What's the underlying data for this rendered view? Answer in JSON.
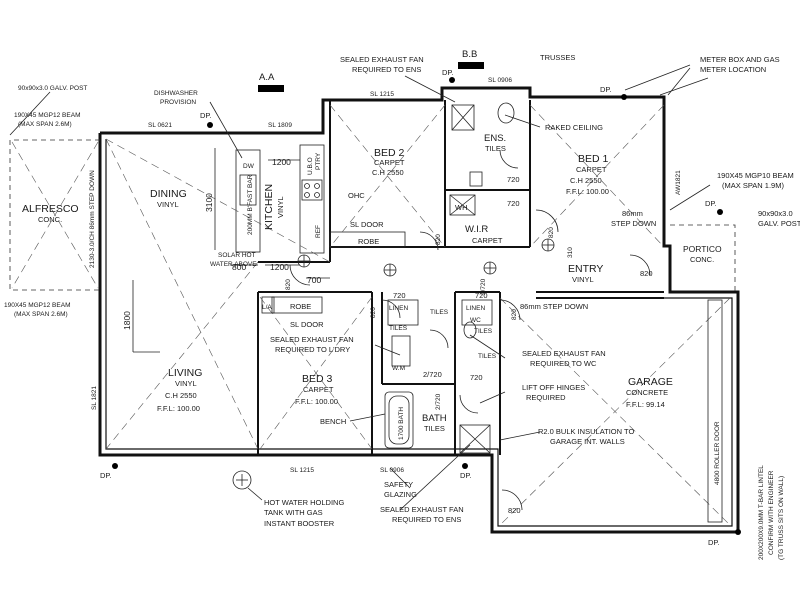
{
  "labels": {
    "aa": "A.A",
    "bb": "B.B",
    "post_left": "90x90x3.0 GALV. POST",
    "beam_top_l1": "190X45 MGP12 BEAM",
    "beam_top_l2": "(MAX SPAN 2.6M)",
    "beam_bot_l1": "190X45 MGP12 BEAM",
    "beam_bot_l2": "(MAX SPAN 2.6M)",
    "alfresco": "ALFRESCO",
    "alfresco_floor": "CONC.",
    "step_left": "2130-3.0/CH 86mm STEP DOWN",
    "dishwasher_l1": "DISHWASHER",
    "dishwasher_l2": "PROVISION",
    "dw": "DW",
    "sl0621": "SL 0621",
    "sl1809": "SL 1809",
    "sl1215_top": "SL 1215",
    "sl1215_bot": "SL 1215",
    "sl0906_top": "SL 0906",
    "sl0906_bot": "SL 0906",
    "sl1821_left": "SL 1821",
    "aw1821": "AW1821",
    "dining": "DINING",
    "dining_floor": "VINYL",
    "kitchen": "KITCHEN",
    "kitchen_floor": "VINYL",
    "bench_label": "200MM B'FAST BAR",
    "dim_3100": "3100",
    "dim_1200_top": "1200",
    "dim_1200_bot": "1200",
    "dim_800": "800",
    "dim_700": "700",
    "dim_1800": "1800",
    "ptry": "PTRY",
    "ref": "REF",
    "ubo": "U.B.O",
    "ohc": "OHC",
    "solar_l1": "SOLAR HOT",
    "solar_l2": "WATER ABOVE",
    "living": "LIVING",
    "living_floor": "VINYL",
    "living_ch": "C.H 2550",
    "living_ffl": "F.F.L: 100.00",
    "bed2": "BED 2",
    "bed2_floor": "CARPET",
    "bed2_ch": "C.H 2550",
    "sl_door_bed2": "SL DOOR",
    "robe_bed2": "ROBE",
    "bed3": "BED 3",
    "bed3_floor": "CARPET",
    "bed3_ffl": "F.F.L: 100.00",
    "sl_door_bed3": "SL DOOR",
    "robe_bed3": "ROBE",
    "la": "L/A",
    "bed1": "BED 1",
    "bed1_floor": "CARPET",
    "bed1_ch": "C.H 2550",
    "bed1_ffl": "F.F.L: 100.00",
    "ens": "ENS.",
    "ens_floor": "TILES",
    "wir": "W.I.R",
    "wir_floor": "CARPET",
    "wh": "WH",
    "raked": "RAKED CEILING",
    "step86": "86mm",
    "step86b": "STEP DOWN",
    "entry": "ENTRY",
    "entry_floor": "VINYL",
    "step86_entry": "86mm STEP DOWN",
    "portico": "PORTICO",
    "portico_floor": "CONC.",
    "garage": "GARAGE",
    "garage_floor": "CONCRETE",
    "garage_ffl": "F.F.L: 99.14",
    "roller": "4800 ROLLER DOOR",
    "lintel_l1": "200X200X9.0MM T-BAR LINTEL",
    "lintel_l2": "CONFIRM WITH ENGINEER",
    "lintel_l3": "(TG TRUSS SITS ON WALL)",
    "meter_l1": "METER BOX AND GAS",
    "meter_l2": "METER LOCATION",
    "trusses": "TRUSSES",
    "beam_right_l1": "190X45 MGP10 BEAM",
    "beam_right_l2": "(MAX SPAN 1.9M)",
    "post_right_l1": "90x90x3.0",
    "post_right_l2": "GALV. POST",
    "fan_ens_l1": "SEALED EXHAUST FAN",
    "fan_ens_l2": "REQUIRED TO ENS",
    "fan_ldry_l1": "SEALED EXHAUST FAN",
    "fan_ldry_l2": "REQUIRED TO L'DRY",
    "fan_wc_l1": "SEALED EXHAUST FAN",
    "fan_wc_l2": "REQUIRED TO WC",
    "fan_bot_l1": "SEALED EXHAUST FAN",
    "fan_bot_l2": "REQUIRED TO ENS",
    "hinge_l1": "LIFT OFF HINGES",
    "hinge_l2": "REQUIRED",
    "insul_l1": "R2.0 BULK INSULATION TO",
    "insul_l2": "GARAGE INT. WALLS",
    "hwt_l1": "HOT WATER HOLDING",
    "hwt_l2": "TANK WITH GAS",
    "hwt_l3": "INSTANT BOOSTER",
    "safety_l1": "SAFETY",
    "safety_l2": "GLAZING",
    "bench": "BENCH",
    "bath": "BATH",
    "bath_floor": "TILES",
    "bath_tub": "1700 BATH",
    "linen": "LINEN",
    "linen2": "LINEN",
    "tiles_a": "TILES",
    "tiles_b": "TILES",
    "tiles_c": "TILES",
    "tiles_d": "TILES",
    "wc": "WC",
    "wm": "W.M",
    "d720_a": "720",
    "d720_b": "720",
    "d720_c": "720",
    "d720_d": "720",
    "d720_e": "720",
    "d2720_a": "2/720",
    "d2720_b": "2/720",
    "d2720_c": "2/720",
    "d820_a": "820",
    "d820_b": "820",
    "d820_c": "820",
    "d820_d": "820",
    "d820_e": "820",
    "d820_f": "820",
    "d820_g": "820",
    "d310": "310",
    "dp": "DP."
  }
}
